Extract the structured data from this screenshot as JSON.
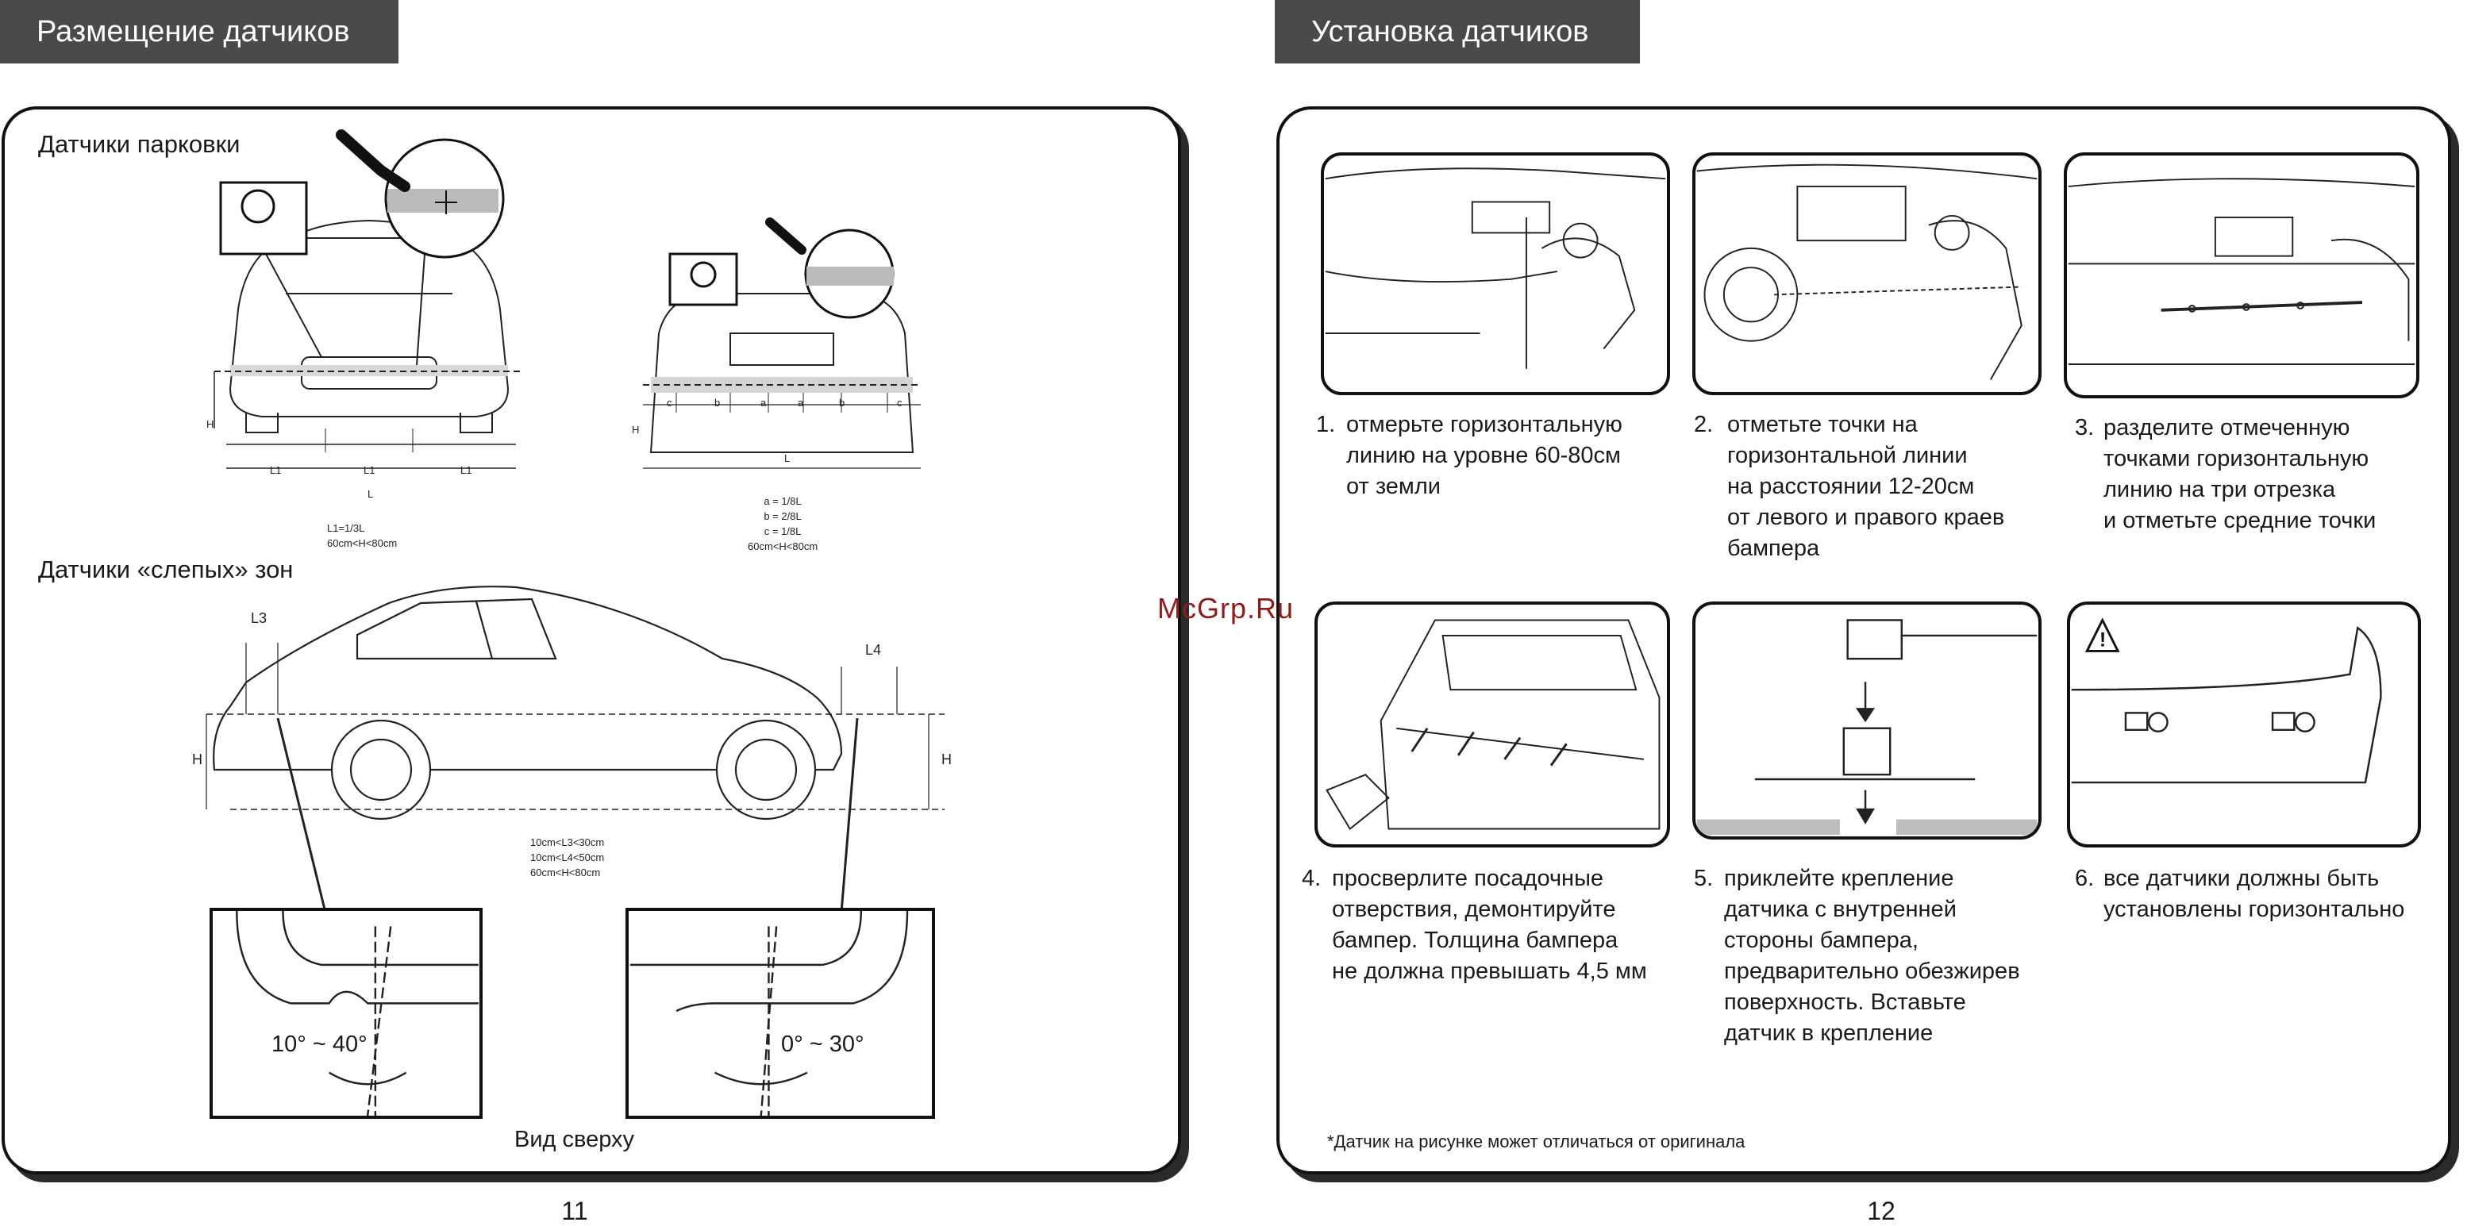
{
  "left_page": {
    "header": "Размещение датчиков",
    "parking_title": "Датчики парковки",
    "blind_title": "Датчики «слепых» зон",
    "front": {
      "h": "H",
      "l1": [
        "L1",
        "L1",
        "L1"
      ],
      "l": "L",
      "formula": "L1=1/3L\n60cm<H<80cm"
    },
    "rear": {
      "h": "H",
      "segments": [
        "c",
        "b",
        "a",
        "a",
        "b",
        "c"
      ],
      "l": "L",
      "formula": "a = 1/8L\nb = 2/8L\nc = 1/8L\n60cm<H<80cm"
    },
    "side": {
      "l3": "L3",
      "l4": "L4",
      "h": "H",
      "formula": "10cm<L3<30cm\n10cm<L4<50cm\n60cm<H<80cm"
    },
    "detail_left_angle": "10° ~ 40°",
    "detail_right_angle": "0° ~ 30°",
    "top_view": "Вид сверху",
    "page_number": "11"
  },
  "right_page": {
    "header": "Установка датчиков",
    "steps": [
      {
        "num": "1.",
        "text": "отмерьте горизонтальную\nлинию на уровне 60-80см\nот земли"
      },
      {
        "num": "2.",
        "text": "отметьте точки на\nгоризонтальной линии\nна расстоянии 12-20см\nот левого и правого краев\nбампера"
      },
      {
        "num": "3.",
        "text": "разделите отмеченную\nточками горизонтальную\nлинию на три отрезка\nи отметьте средние точки"
      },
      {
        "num": "4.",
        "text": "просверлите посадочные\nотверствия, демонтируйте\nбампер. Толщина бампера\nне должна превышать 4,5 мм"
      },
      {
        "num": "5.",
        "text": "приклейте крепление\nдатчика с внутренней\nстороны бампера,\nпредварительно обезжирев\nповерхность. Вставьте\nдатчик в крепление"
      },
      {
        "num": "6.",
        "text": "все датчики должны быть\nустановлены горизонтально"
      }
    ],
    "footnote": "*Датчик на рисунке может отличаться от оригинала",
    "page_number": "12"
  },
  "watermark": "McGrp.Ru",
  "colors": {
    "header_bg": "#4a4a4a",
    "header_text": "#ffffff",
    "watermark": "#8b1d1d"
  }
}
